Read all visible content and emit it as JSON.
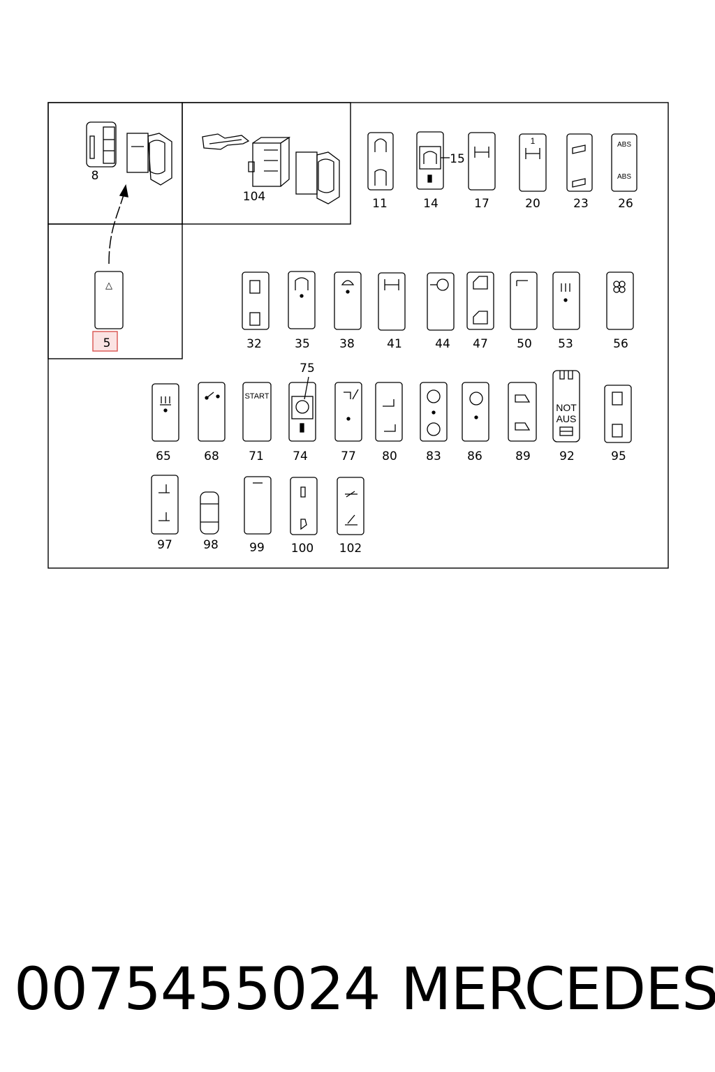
{
  "diagram": {
    "highlighted_part": "5",
    "parts": [
      {
        "no": "8"
      },
      {
        "no": "104"
      },
      {
        "no": "5"
      },
      {
        "no": "11"
      },
      {
        "no": "14"
      },
      {
        "no": "15"
      },
      {
        "no": "17"
      },
      {
        "no": "20"
      },
      {
        "no": "23"
      },
      {
        "no": "26"
      },
      {
        "no": "32"
      },
      {
        "no": "35"
      },
      {
        "no": "38"
      },
      {
        "no": "41"
      },
      {
        "no": "44"
      },
      {
        "no": "47"
      },
      {
        "no": "50"
      },
      {
        "no": "53"
      },
      {
        "no": "56"
      },
      {
        "no": "65"
      },
      {
        "no": "68"
      },
      {
        "no": "71"
      },
      {
        "no": "74"
      },
      {
        "no": "75"
      },
      {
        "no": "77"
      },
      {
        "no": "80"
      },
      {
        "no": "83"
      },
      {
        "no": "86"
      },
      {
        "no": "89"
      },
      {
        "no": "92"
      },
      {
        "no": "95"
      },
      {
        "no": "97"
      },
      {
        "no": "98"
      },
      {
        "no": "99"
      },
      {
        "no": "100"
      },
      {
        "no": "102"
      }
    ],
    "switch_texts": {
      "abs": "ABS",
      "start": "START",
      "not": "NOT",
      "aus": "AUS",
      "one": "1",
      "triangle": "△"
    }
  },
  "footer": {
    "part_number": "0075455024",
    "brand": "MERCEDES"
  },
  "colors": {
    "highlight_border": "#d9534f",
    "highlight_fill": "#fbe3e3",
    "line": "#000000"
  }
}
